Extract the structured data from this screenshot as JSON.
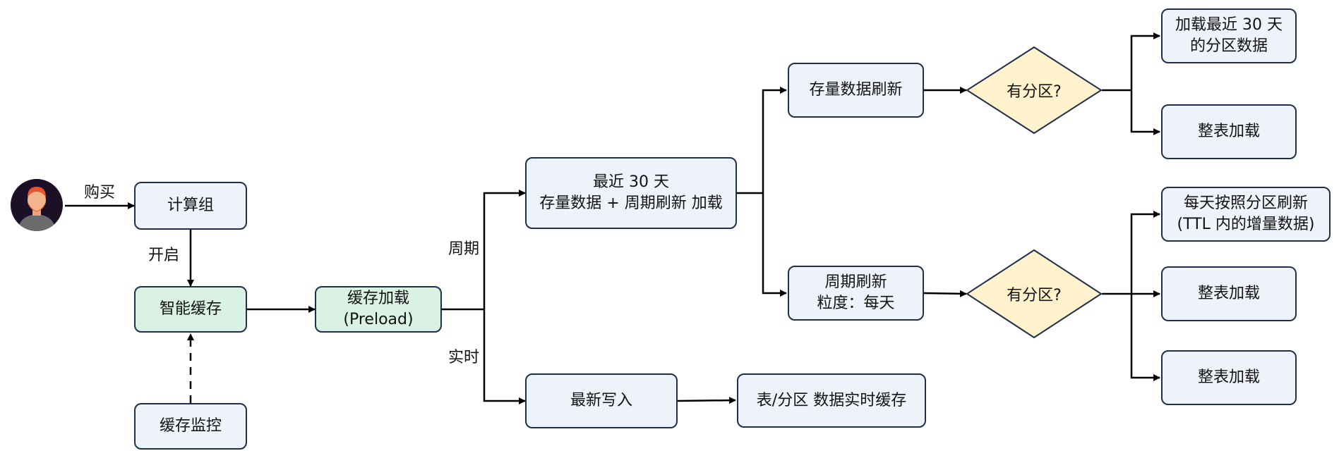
{
  "nodes": {
    "compute_group": "计算组",
    "smart_cache": "智能缓存",
    "cache_monitor": "缓存监控",
    "preload_line1": "缓存加载",
    "preload_line2": "(Preload)",
    "recent30_line1": "最近 30 天",
    "recent30_line2": "存量数据 + 周期刷新 加载",
    "latest_write": "最新写入",
    "realtime_cache": "表/分区 数据实时缓存",
    "stock_refresh": "存量数据刷新",
    "periodic_line1": "周期刷新",
    "periodic_line2": "粒度：每天",
    "decision_1": "有分区?",
    "decision_2": "有分区?",
    "load30_line1": "加载最近 30 天",
    "load30_line2": "的分区数据",
    "full_load_1": "整表加载",
    "daily_line1": "每天按照分区刷新",
    "daily_line2": "(TTL 内的增量数据)",
    "full_load_2": "整表加载",
    "full_load_3": "整表加载"
  },
  "edge_labels": {
    "buy": "购买",
    "enable": "开启",
    "periodic": "周期",
    "realtime": "实时"
  },
  "colors": {
    "node_fill": "#eef3fb",
    "node_green": "#d9f2e3",
    "decision_fill": "#fff2cc",
    "stroke": "#1f2f4a"
  },
  "icons": {
    "user": "user-avatar-icon"
  }
}
